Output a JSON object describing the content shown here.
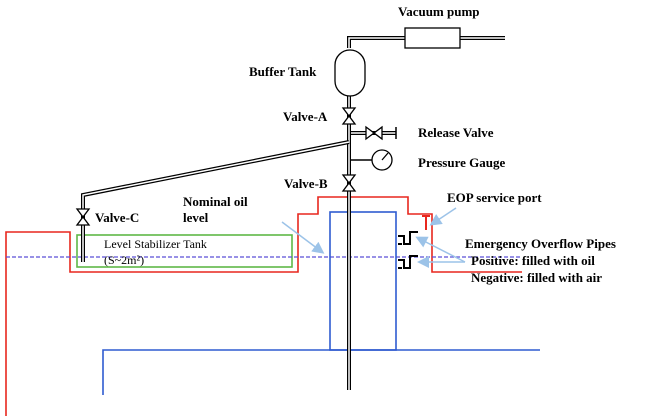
{
  "labels": {
    "vacuum_pump": "Vacuum pump",
    "buffer_tank": "Buffer Tank",
    "valve_a": "Valve-A",
    "release_valve": "Release Valve",
    "pressure_gauge": "Pressure Gauge",
    "valve_b": "Valve-B",
    "nominal_oil_level_line1": "Nominal oil",
    "nominal_oil_level_line2": "level",
    "eop_service_port": "EOP service port",
    "valve_c": "Valve-C",
    "level_stabilizer_tank": "Level Stabilizer Tank",
    "level_stabilizer_area": "(S~2m²)",
    "emergency_overflow_pipes": "Emergency Overflow Pipes",
    "positive": "Positive: filled with oil",
    "negative": "Negative: filled with air"
  },
  "colors": {
    "pipe": "#000000",
    "red_outline": "#e8271e",
    "blue_outline": "#2f5bd0",
    "green_outline": "#5fb847",
    "oil_level": "#5a4fd8",
    "arrow": "#9cc3e8"
  }
}
